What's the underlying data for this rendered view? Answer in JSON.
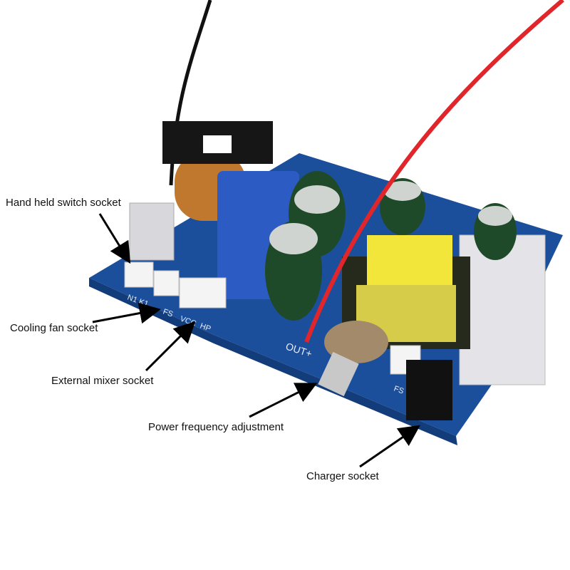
{
  "labels": {
    "hand_held_switch": "Hand held switch socket",
    "cooling_fan": "Cooling fan socket",
    "external_mixer": "External mixer socket",
    "power_frequency": "Power frequency adjustment",
    "charger": "Charger socket"
  },
  "silkscreen": {
    "n1k1": "N1 K1",
    "fs": "FS",
    "vcc": "VCC",
    "hp": "HP",
    "out_plus": "OUT+",
    "fs2": "FS"
  },
  "colors": {
    "pcb": "#1b4f9c",
    "red_wire": "#e0262a",
    "black_wire": "#111111",
    "transformer": "#f2e63a",
    "capacitor": "#1f4a2a"
  }
}
